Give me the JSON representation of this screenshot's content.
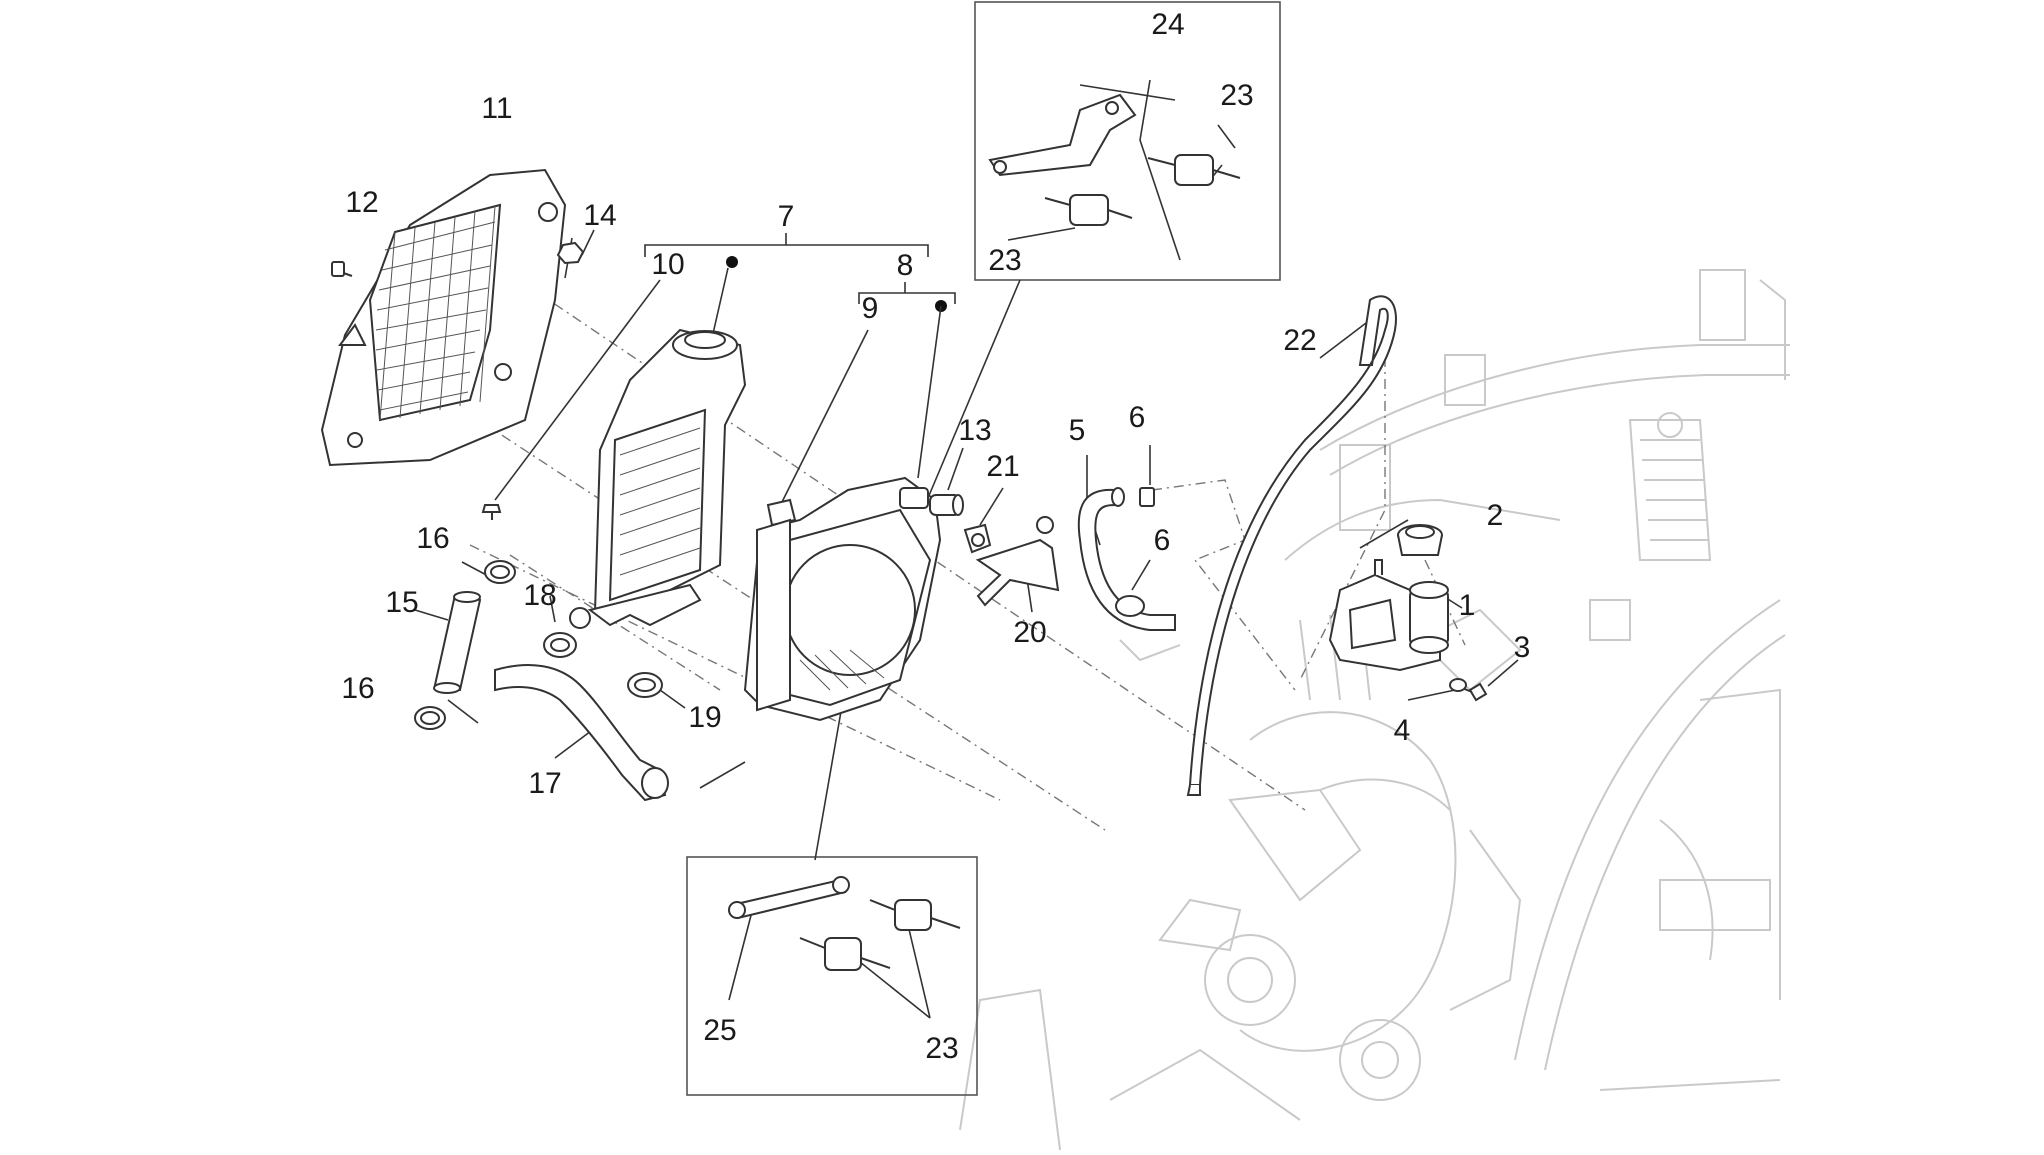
{
  "diagram": {
    "callouts": [
      {
        "id": "c1",
        "text": "1"
      },
      {
        "id": "c2",
        "text": "2"
      },
      {
        "id": "c3",
        "text": "3"
      },
      {
        "id": "c4",
        "text": "4"
      },
      {
        "id": "c5",
        "text": "5"
      },
      {
        "id": "c6a",
        "text": "6"
      },
      {
        "id": "c6b",
        "text": "6"
      },
      {
        "id": "c7",
        "text": "7"
      },
      {
        "id": "c8",
        "text": "8"
      },
      {
        "id": "c9",
        "text": "9"
      },
      {
        "id": "c10",
        "text": "10"
      },
      {
        "id": "c11",
        "text": "11"
      },
      {
        "id": "c12",
        "text": "12"
      },
      {
        "id": "c13",
        "text": "13"
      },
      {
        "id": "c14",
        "text": "14"
      },
      {
        "id": "c15",
        "text": "15"
      },
      {
        "id": "c16a",
        "text": "16"
      },
      {
        "id": "c16b",
        "text": "16"
      },
      {
        "id": "c17",
        "text": "17"
      },
      {
        "id": "c18",
        "text": "18"
      },
      {
        "id": "c19",
        "text": "19"
      },
      {
        "id": "c20",
        "text": "20"
      },
      {
        "id": "c21",
        "text": "21"
      },
      {
        "id": "c22",
        "text": "22"
      },
      {
        "id": "c23a",
        "text": "23"
      },
      {
        "id": "c23b",
        "text": "23"
      },
      {
        "id": "c23c",
        "text": "23"
      },
      {
        "id": "c24",
        "text": "24"
      },
      {
        "id": "c25",
        "text": "25"
      }
    ]
  }
}
